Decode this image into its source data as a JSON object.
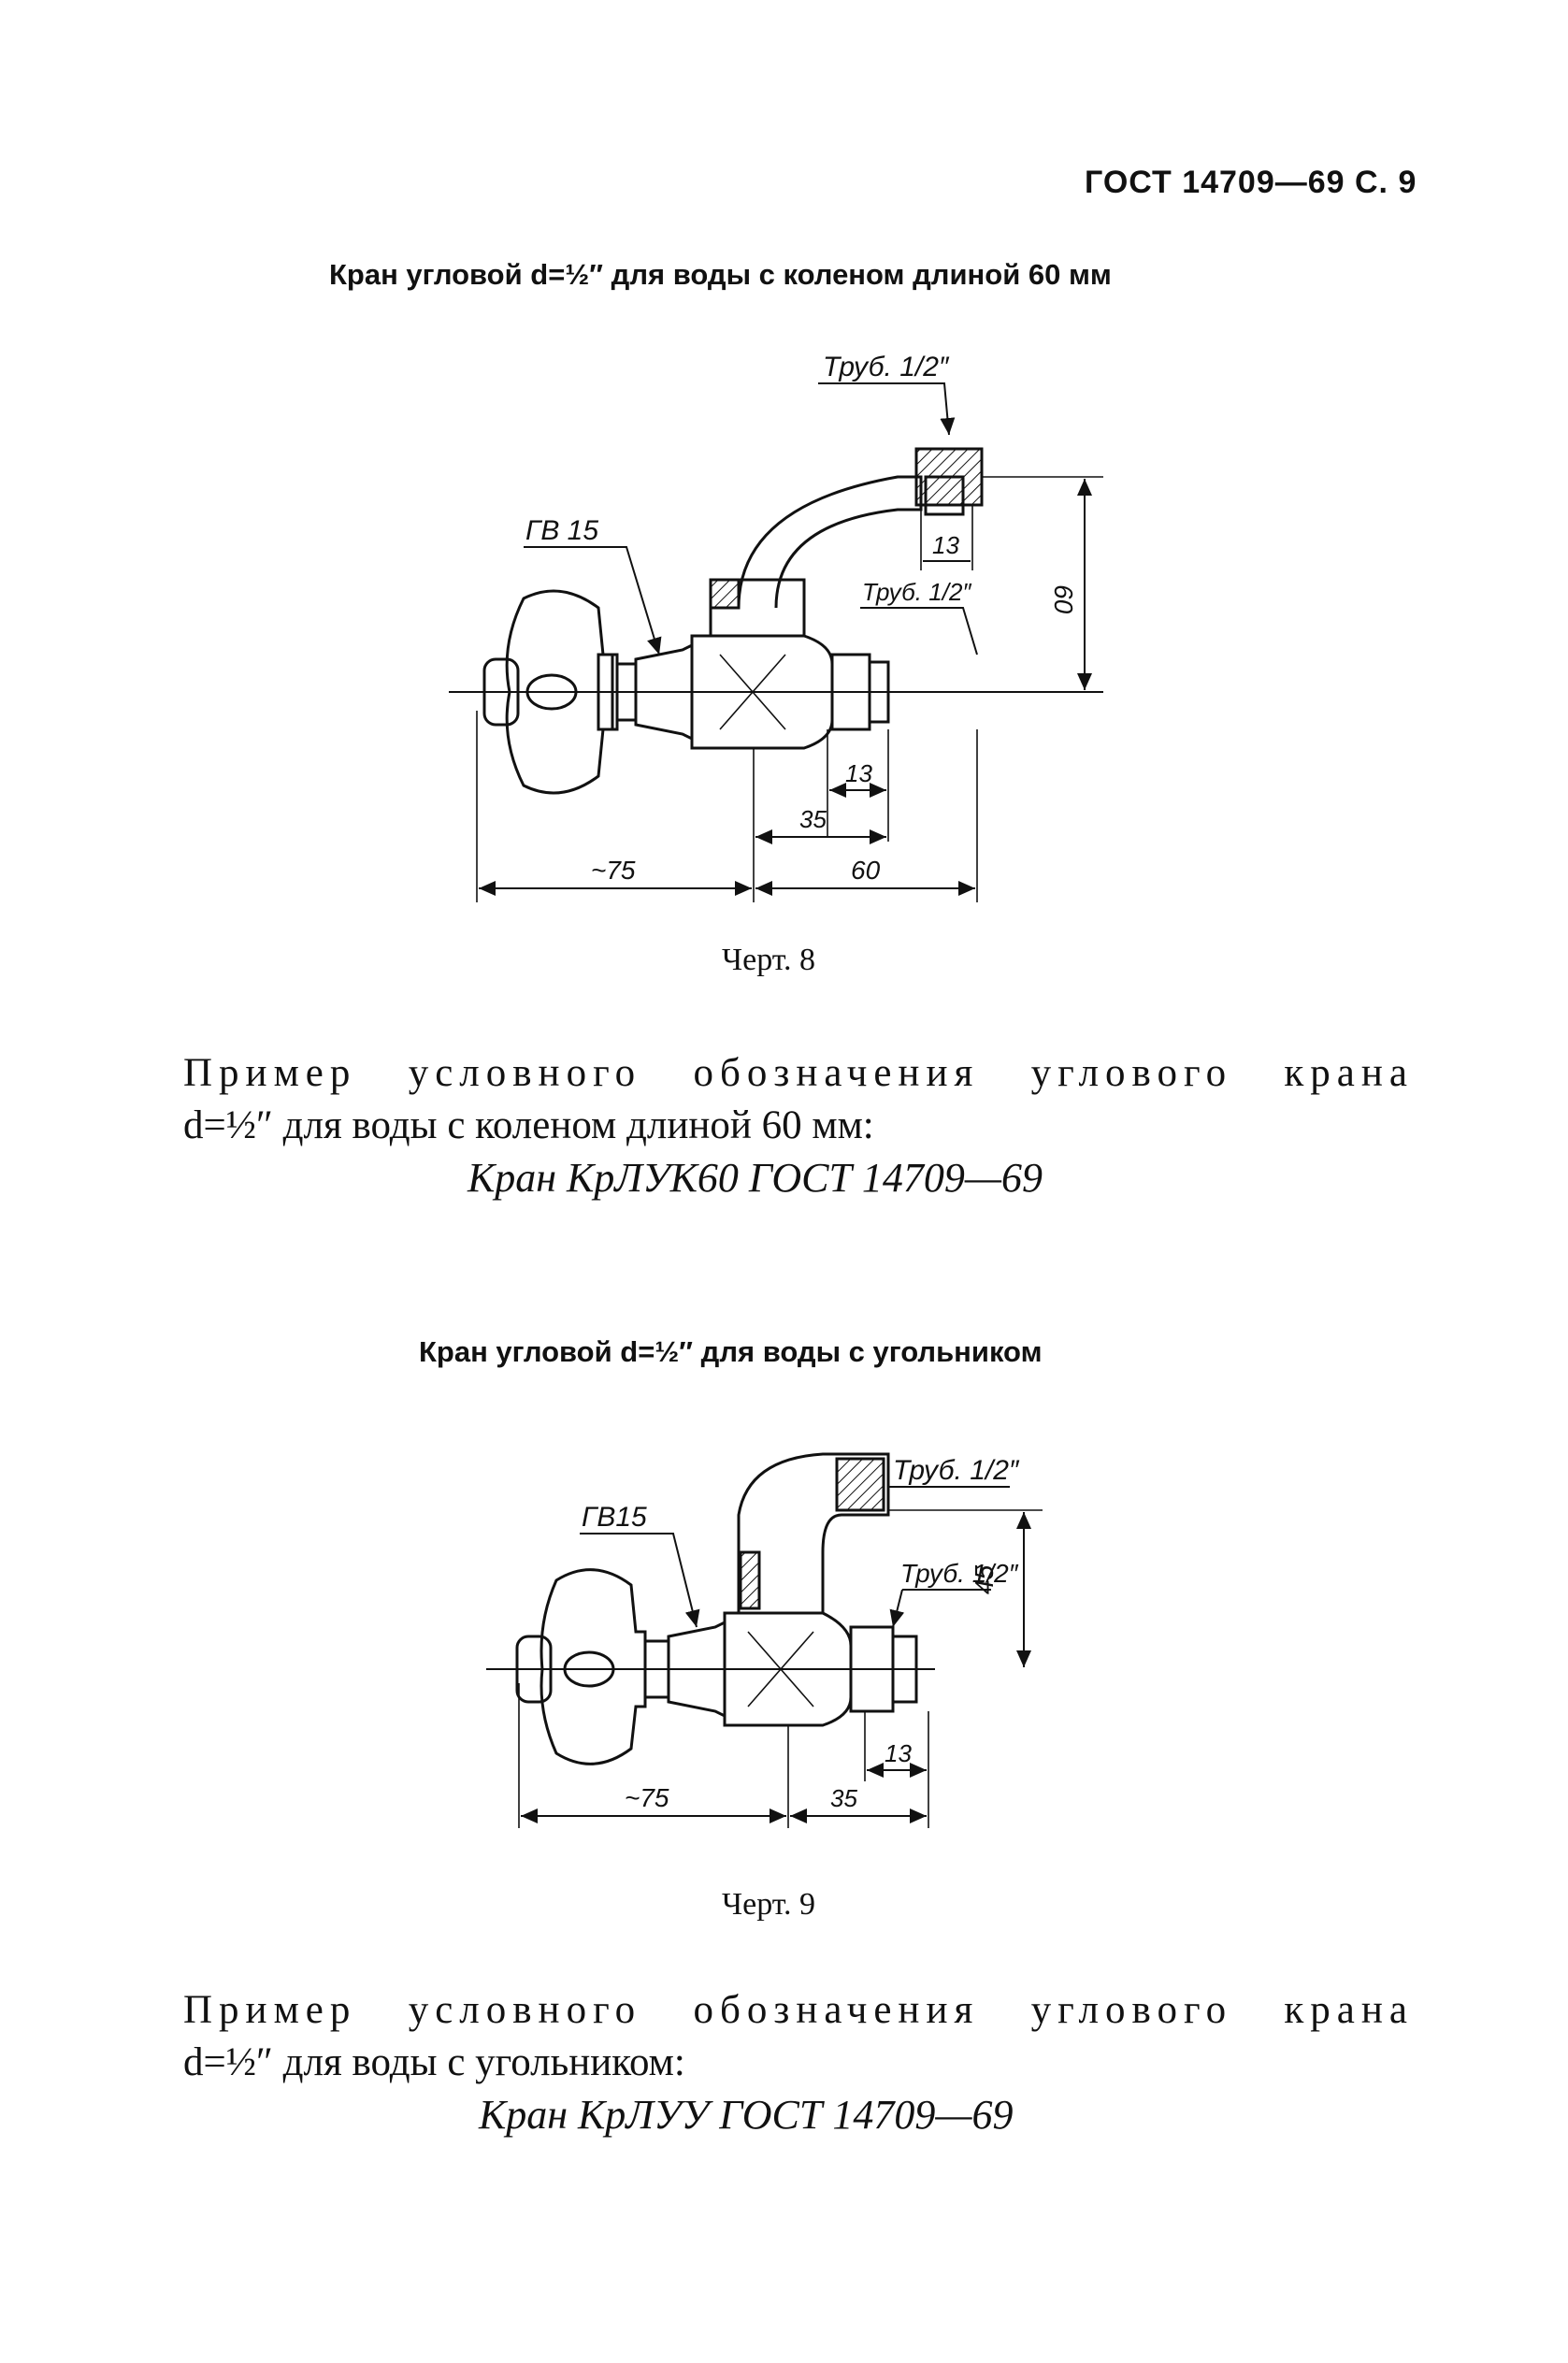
{
  "header": "ГОСТ 14709—69 С. 9",
  "fig8": {
    "title": "Кран угловой d=½″ для воды с коленом длиной 60 мм",
    "labels": {
      "trub_top": "Труб. 1/2″",
      "gv15": "ГВ 15",
      "trub_side": "Труб. 1/2″",
      "dim_13_top": "13",
      "dim_60_v": "60",
      "dim_13": "13",
      "dim_35": "35",
      "dim_75": "~75",
      "dim_60": "60"
    },
    "caption": "Черт. 8",
    "example_line1": "Пример условного обозначения углового крана",
    "example_line2": "d=½″ для воды с коленом длиной 60 мм:",
    "designation": "Кран КрЛУК60 ГОСТ 14709—69"
  },
  "fig9": {
    "title": "Кран угловой d=½″ для воды с угольником",
    "labels": {
      "trub_top": "Труб. 1/2″",
      "gv15": "ГВ15",
      "trub_side": "Труб. 1/2″",
      "dim_45_v": "45",
      "dim_13": "13",
      "dim_35": "35",
      "dim_75": "~75"
    },
    "caption": "Черт. 9",
    "example_line1": "Пример условного обозначения углового крана",
    "example_line2": "d=½″ для воды с угольником:",
    "designation": "Кран КрЛУУ ГОСТ 14709—69"
  }
}
